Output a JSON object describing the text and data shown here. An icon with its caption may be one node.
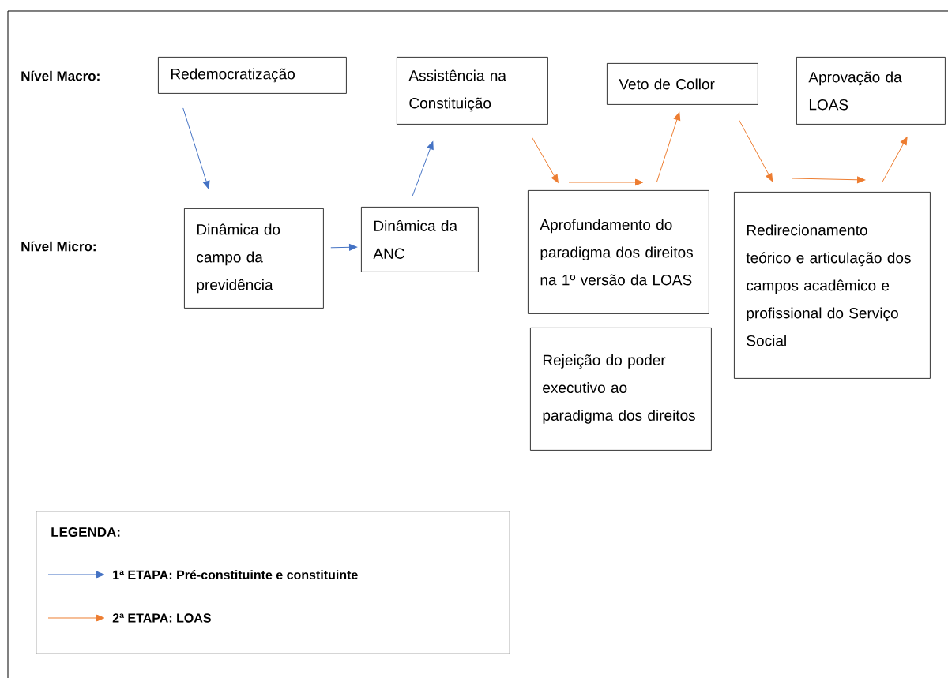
{
  "diagram": {
    "nodes": [
      {
        "text": [
          "Redemocratização"
        ]
      },
      {
        "text": [
          "Assistência na Constituição"
        ]
      },
      {
        "text": [
          "Veto de Collor"
        ]
      },
      {
        "text": [
          "Aprovação da LOAS"
        ]
      },
      {
        "text": [
          "Dinâmica do campo da previdência"
        ]
      },
      {
        "text": [
          "Dinâmica da ANC"
        ]
      },
      {
        "text": [
          "Aprofundamento do paradigma dos direitos na 1º versão da LOAS"
        ]
      },
      {
        "text": [
          "Rejeição do poder executivo ao paradigma dos direitos"
        ]
      },
      {
        "text": [
          "Redirecionamento teórico e articulação dos campos acadêmico e profissional do Serviço Social"
        ]
      }
    ],
    "edges": [
      {
        "from": 0,
        "to": 4,
        "arrow": "to",
        "color": "#4472c4"
      },
      {
        "from": 4,
        "to": 5,
        "arrow": "to",
        "color": "#4472c4"
      },
      {
        "from": 5,
        "to": 1,
        "arrow": "to",
        "color": "#4472c4"
      },
      {
        "from": 1,
        "to": 6,
        "arrow": "to"
      },
      {
        "from": 6,
        "to": 2,
        "arrow": "to"
      },
      {
        "from": 2,
        "to": 8,
        "arrow": "to"
      },
      {
        "from": 8,
        "to": 3,
        "arrow": "to"
      }
    ],
    "labels": [
      "Nível Macro:",
      "Nível Micro:",
      "LEGENDA:"
    ],
    "legend": [
      {
        "text": "1ª ETAPA: Pré-constituinte e constituinte",
        "color": "#4472c4"
      },
      {
        "text": "2ª ETAPA: LOAS",
        "color": "#ed7d31"
      }
    ]
  }
}
